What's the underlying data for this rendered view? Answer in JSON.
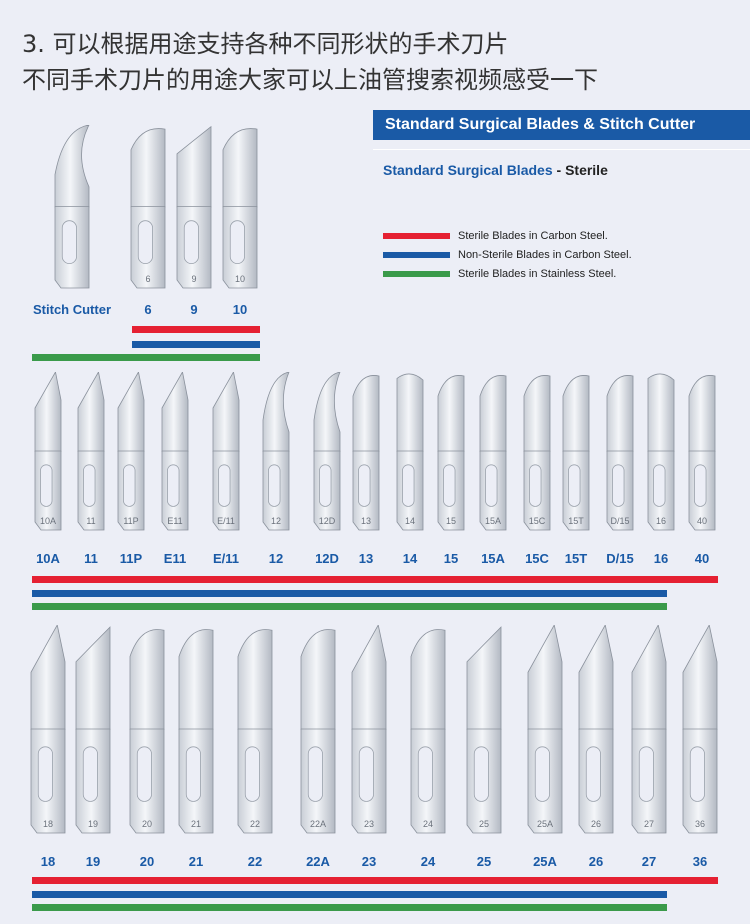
{
  "title": {
    "line1": "3. 可以根据用途支持各种不同形状的手术刀片",
    "line2": "不同手术刀片的用途大家可以上油管搜索视频感受一下"
  },
  "banner": "Standard Surgical Blades & Stitch Cutter",
  "subtitle": {
    "main": "Standard Surgical Blades",
    "sep": " - ",
    "sterile": "Sterile"
  },
  "colors": {
    "red": "#e52032",
    "blue": "#1a5aa6",
    "green": "#3a9a4a",
    "accent": "#1a5aa6"
  },
  "legend": [
    {
      "color": "red",
      "label": "Sterile Blades in Carbon Steel."
    },
    {
      "color": "blue",
      "label": "Non-Sterile Blades in Carbon Steel."
    },
    {
      "color": "green",
      "label": "Sterile Blades in Stainless Steel."
    }
  ],
  "groups": [
    {
      "blades": [
        {
          "label": "Stitch Cutter",
          "engraving": "",
          "shape": "hook"
        },
        {
          "label": "6",
          "engraving": "6",
          "shape": "round"
        },
        {
          "label": "9",
          "engraving": "9",
          "shape": "slant"
        },
        {
          "label": "10",
          "engraving": "10",
          "shape": "round"
        }
      ],
      "availability": {
        "red": true,
        "blue": true,
        "green": true
      }
    },
    {
      "blades": [
        {
          "label": "10A",
          "engraving": "10A",
          "shape": "point"
        },
        {
          "label": "11",
          "engraving": "11",
          "shape": "point"
        },
        {
          "label": "11P",
          "engraving": "11P",
          "shape": "point"
        },
        {
          "label": "E11",
          "engraving": "E11",
          "shape": "point"
        },
        {
          "label": "E/11",
          "engraving": "E/11",
          "shape": "point"
        },
        {
          "label": "12",
          "engraving": "12",
          "shape": "hook"
        },
        {
          "label": "12D",
          "engraving": "12D",
          "shape": "hook"
        },
        {
          "label": "13",
          "engraving": "13",
          "shape": "round"
        },
        {
          "label": "14",
          "engraving": "14",
          "shape": "flat"
        },
        {
          "label": "15",
          "engraving": "15",
          "shape": "round"
        },
        {
          "label": "15A",
          "engraving": "15A",
          "shape": "round"
        },
        {
          "label": "15C",
          "engraving": "15C",
          "shape": "round"
        },
        {
          "label": "15T",
          "engraving": "15T",
          "shape": "round"
        },
        {
          "label": "D/15",
          "engraving": "D/15",
          "shape": "round"
        },
        {
          "label": "16",
          "engraving": "16",
          "shape": "flat"
        },
        {
          "label": "40",
          "engraving": "40",
          "shape": "round"
        }
      ],
      "availability": {
        "red": true,
        "blue": true,
        "green": true
      }
    },
    {
      "blades": [
        {
          "label": "18",
          "engraving": "18",
          "shape": "point"
        },
        {
          "label": "19",
          "engraving": "19",
          "shape": "slant"
        },
        {
          "label": "20",
          "engraving": "20",
          "shape": "round"
        },
        {
          "label": "21",
          "engraving": "21",
          "shape": "round"
        },
        {
          "label": "22",
          "engraving": "22",
          "shape": "round"
        },
        {
          "label": "22A",
          "engraving": "22A",
          "shape": "round"
        },
        {
          "label": "23",
          "engraving": "23",
          "shape": "point"
        },
        {
          "label": "24",
          "engraving": "24",
          "shape": "round"
        },
        {
          "label": "25",
          "engraving": "25",
          "shape": "slant"
        },
        {
          "label": "25A",
          "engraving": "25A",
          "shape": "point"
        },
        {
          "label": "26",
          "engraving": "26",
          "shape": "point"
        },
        {
          "label": "27",
          "engraving": "27",
          "shape": "point"
        },
        {
          "label": "36",
          "engraving": "36",
          "shape": "point"
        }
      ],
      "availability": {
        "red": true,
        "blue": true,
        "green": true
      }
    }
  ]
}
